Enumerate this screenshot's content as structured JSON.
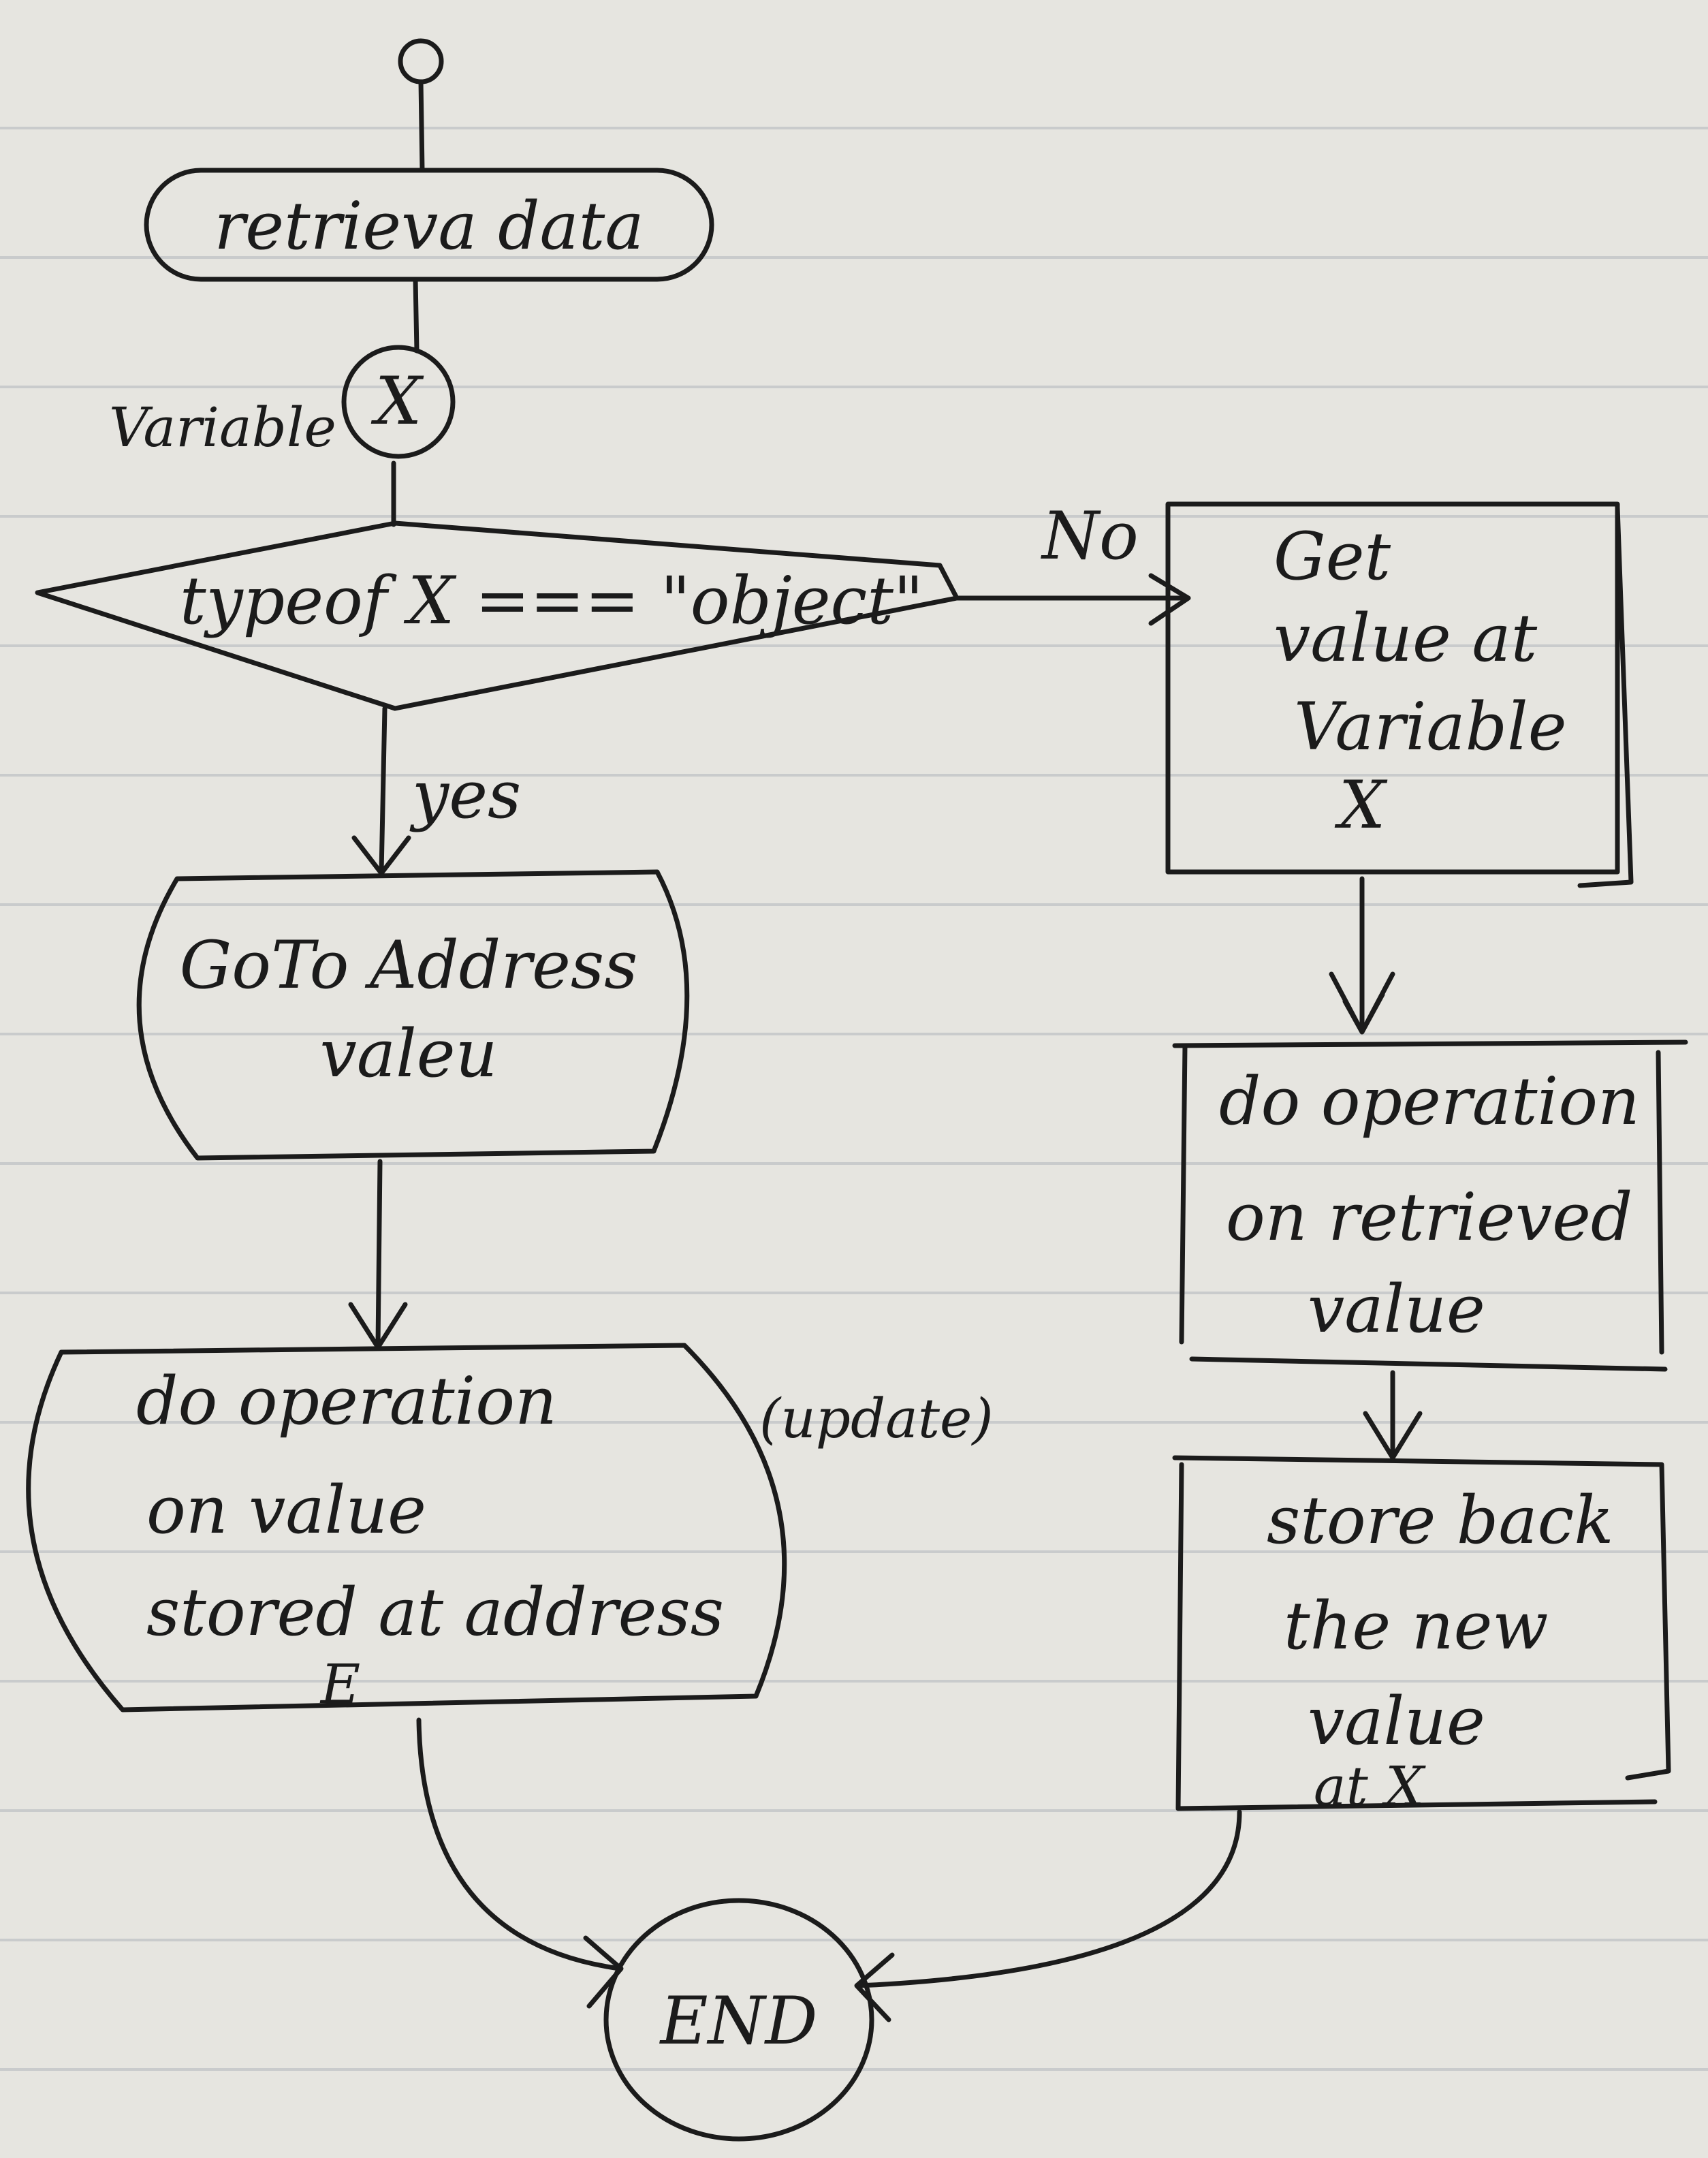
{
  "flowchart": {
    "step_retrieve": "retrieva data",
    "connector_variable": "X",
    "connector_caption": "Variable",
    "decision": "typeof X === \"object\"",
    "branch_no": "No",
    "branch_yes": "yes",
    "get_value": [
      "Get",
      "value at",
      "Variable",
      "X"
    ],
    "goto_address": [
      "GoTo Address",
      "valeu"
    ],
    "do_operation_address": [
      "do operation",
      "on value",
      "stored at address",
      "E"
    ],
    "update_note": "(update)",
    "do_operation_retrieved": [
      "do operation",
      "on retrieved",
      "value"
    ],
    "store_back": [
      "store back",
      "the new",
      "value",
      "at X"
    ],
    "end": "END"
  },
  "colors": {
    "ink": "#1b1b1b",
    "paper": "#e6e5e0",
    "rule": "#c9cbcc"
  }
}
